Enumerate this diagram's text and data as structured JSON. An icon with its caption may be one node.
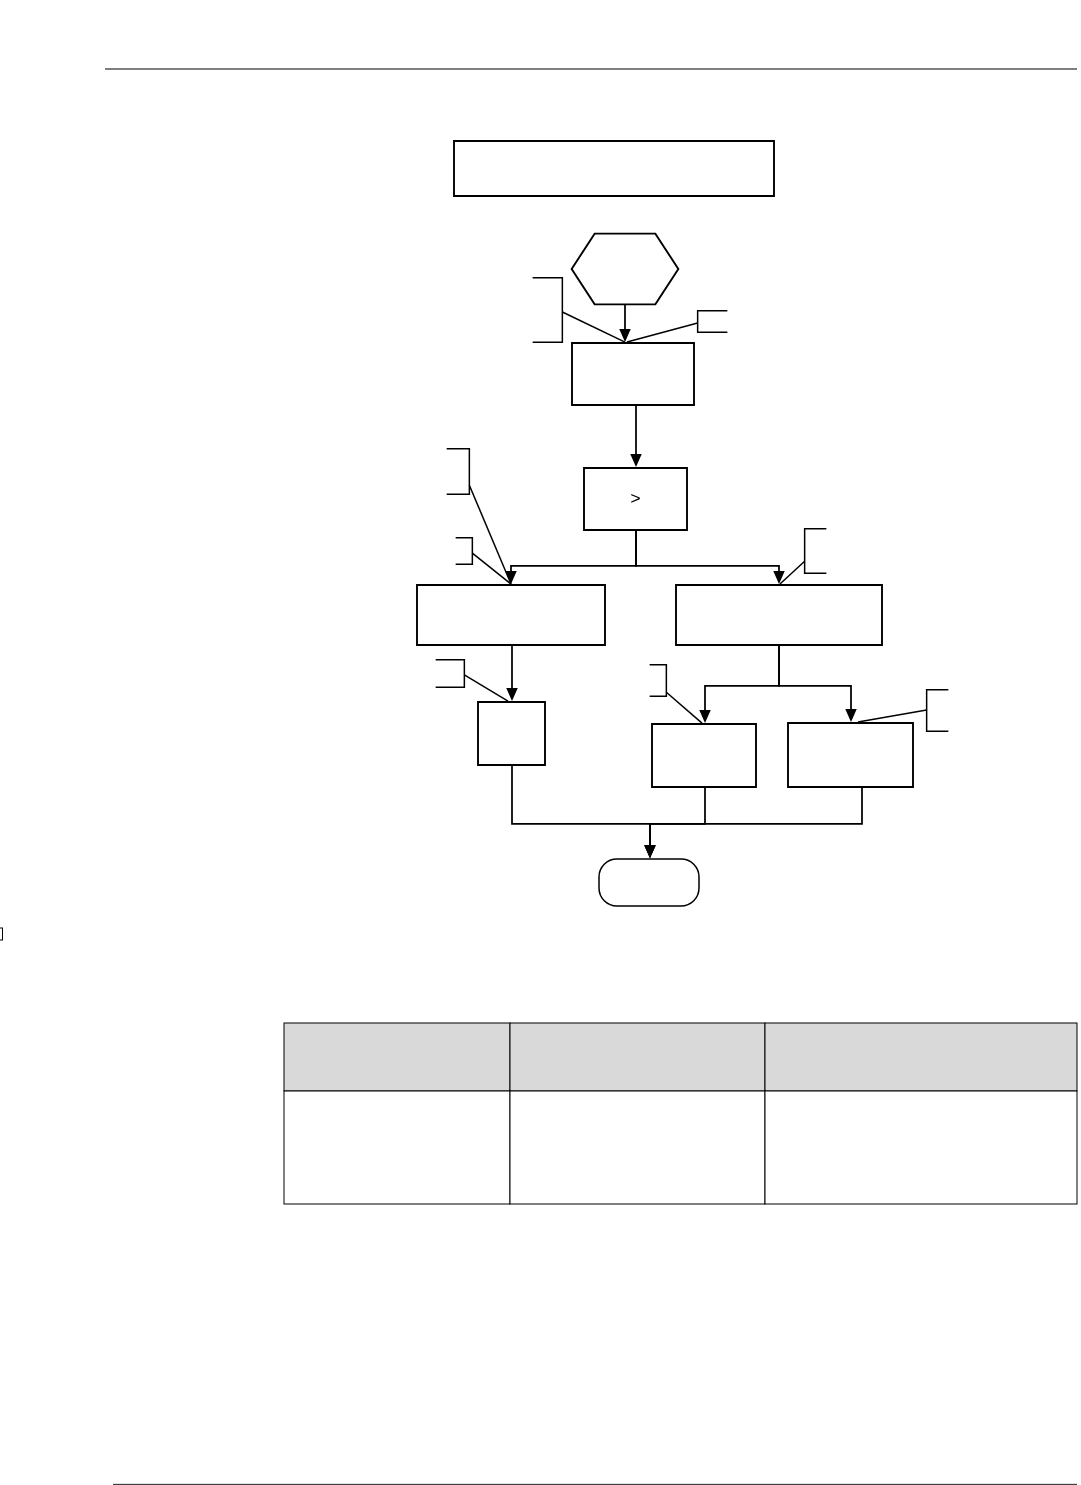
{
  "diagram": {
    "nodes": [
      {
        "text": [],
        "shape": "box"
      },
      {
        "text": [],
        "shape": "hexagon"
      },
      {
        "text": [],
        "shape": "bracket"
      },
      {
        "text": [],
        "shape": "bracket"
      },
      {
        "text": [],
        "shape": "box"
      },
      {
        "text": [],
        "shape": "bracket"
      },
      {
        "text": [
          ">"
        ]
      },
      {
        "text": [],
        "shape": "bracket"
      },
      {
        "text": [],
        "shape": "bracket"
      },
      {
        "text": [],
        "shape": "box"
      },
      {
        "text": [],
        "shape": "box"
      },
      {
        "text": [],
        "shape": "bracket"
      },
      {
        "text": [],
        "shape": "bracket"
      },
      {
        "text": [],
        "shape": "bracket"
      },
      {
        "text": [],
        "shape": "box"
      },
      {
        "text": [],
        "shape": "box"
      },
      {
        "text": [],
        "shape": "box"
      },
      {
        "text": [],
        "shape": "pill"
      }
    ],
    "edges": [
      {
        "from": 1,
        "to": 4,
        "arrow": "to"
      },
      {
        "from": 4,
        "to": 6,
        "arrow": "to"
      },
      {
        "from": 6,
        "to": 9,
        "arrow": "to"
      },
      {
        "from": 6,
        "to": 10,
        "arrow": "to"
      },
      {
        "from": 9,
        "to": 14,
        "arrow": "to"
      },
      {
        "from": 10,
        "to": 15,
        "arrow": "to"
      },
      {
        "from": 10,
        "to": 16,
        "arrow": "to"
      },
      {
        "from": 14,
        "to": 17,
        "arrow": "to"
      },
      {
        "from": 15,
        "to": 17,
        "arrow": "to"
      },
      {
        "from": 16,
        "to": 17,
        "arrow": "to"
      },
      {
        "from": 2,
        "to": 4,
        "arrow": "none"
      },
      {
        "from": 3,
        "to": 4,
        "arrow": "none"
      },
      {
        "from": 5,
        "to": 9,
        "arrow": "none"
      },
      {
        "from": 7,
        "to": 9,
        "arrow": "none"
      },
      {
        "from": 8,
        "to": 10,
        "arrow": "none"
      },
      {
        "from": 11,
        "to": 14,
        "arrow": "none"
      },
      {
        "from": 12,
        "to": 15,
        "arrow": "none"
      },
      {
        "from": 13,
        "to": 16,
        "arrow": "none"
      }
    ]
  }
}
